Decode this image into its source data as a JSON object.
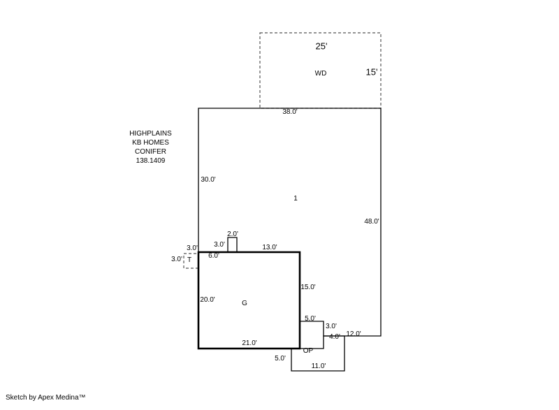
{
  "property_info": {
    "lines": [
      "HIGHPLAINS",
      "KB HOMES",
      "CONIFER",
      "138.1409"
    ]
  },
  "areas": {
    "wood_deck": {
      "label": "WD"
    },
    "first_floor": {
      "label": "1"
    },
    "garage": {
      "label": "G"
    },
    "open_porch": {
      "label": "OP"
    },
    "stoop": {
      "label": "T"
    }
  },
  "dimensions": {
    "wood_deck_top": "25'",
    "wood_deck_right": "15'",
    "first_floor_top": "38.0'",
    "first_floor_left": "30.0'",
    "first_floor_right": "48.0'",
    "entry_notch_width": "2.0'",
    "entry_notch_height": "3.0'",
    "garage_top_right": "13.0'",
    "garage_top_left": "6.0'",
    "stoop_top": "3.0'",
    "stoop_side": "3.0'",
    "garage_left": "20.0'",
    "garage_inner_right": "15.0'",
    "rear_step_width": "5.0'",
    "rear_step_height": "3.0'",
    "porch_top": "4.0'",
    "first_floor_bottom_right": "12.0'",
    "garage_bottom": "21.0'",
    "porch_left": "5.0'",
    "porch_bottom": "11.0'"
  },
  "footer": {
    "credit": "Sketch by Apex Medina™"
  },
  "colors": {
    "line": "#000000",
    "dashed": "#555555",
    "background": "#ffffff"
  }
}
